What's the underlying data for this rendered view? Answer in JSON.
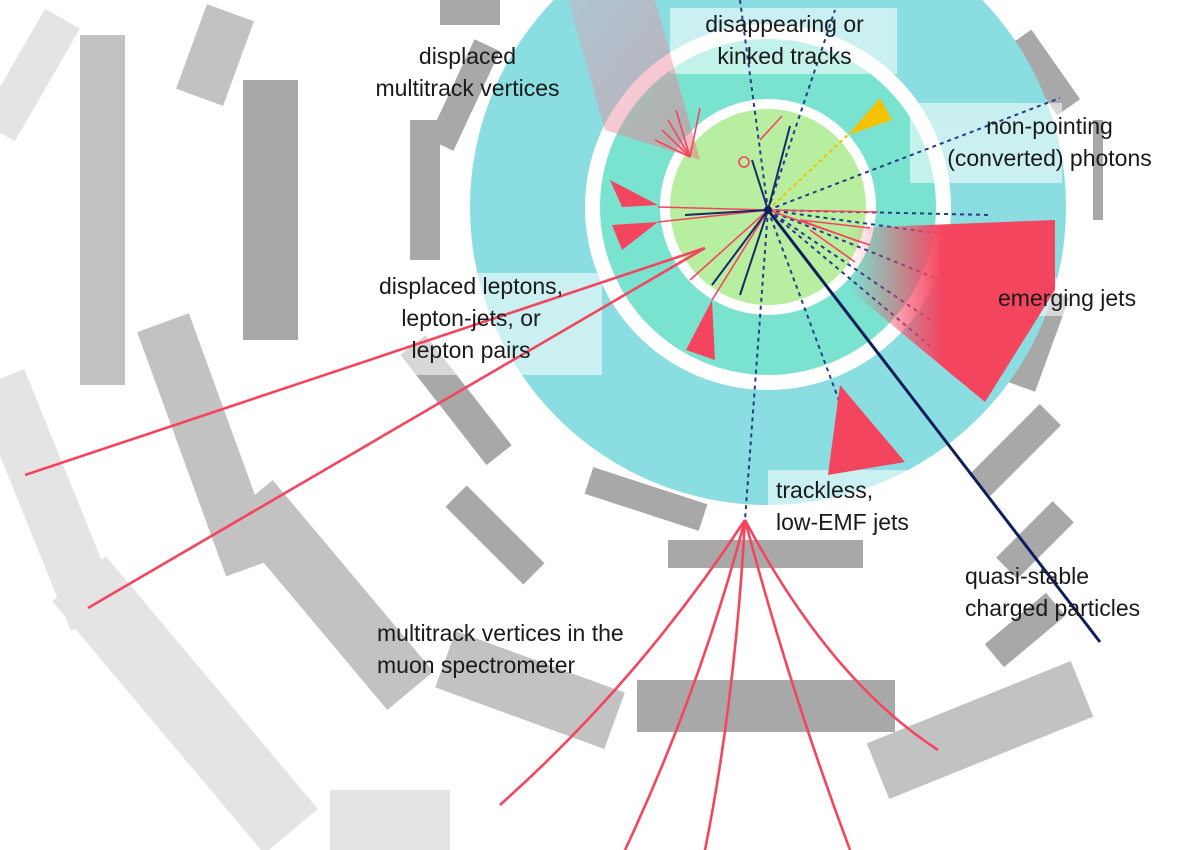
{
  "labels": {
    "displaced_multitrack": [
      "displaced",
      "multitrack vertices"
    ],
    "disappearing": [
      "disappearing or",
      "kinked tracks"
    ],
    "non_pointing": [
      "non-pointing",
      "(converted) photons"
    ],
    "displaced_leptons": [
      "displaced leptons,",
      "lepton-jets, or",
      "lepton pairs"
    ],
    "emerging_jets": [
      "emerging jets"
    ],
    "trackless": [
      "trackless,",
      "low-EMF jets"
    ],
    "quasi_stable": [
      "quasi-stable",
      "charged particles"
    ],
    "muon_vertices": [
      "multitrack vertices in the",
      "muon spectrometer"
    ]
  },
  "colors": {
    "outer_calorimeter": "#8adde0",
    "inner_calorimeter": "#79e3cf",
    "tracker": "#b8eea0",
    "signature": "#f4455f",
    "photon": "#f2c200",
    "charged_particle": "#0f1f5c",
    "muon_chamber": "#b4b4b4"
  }
}
